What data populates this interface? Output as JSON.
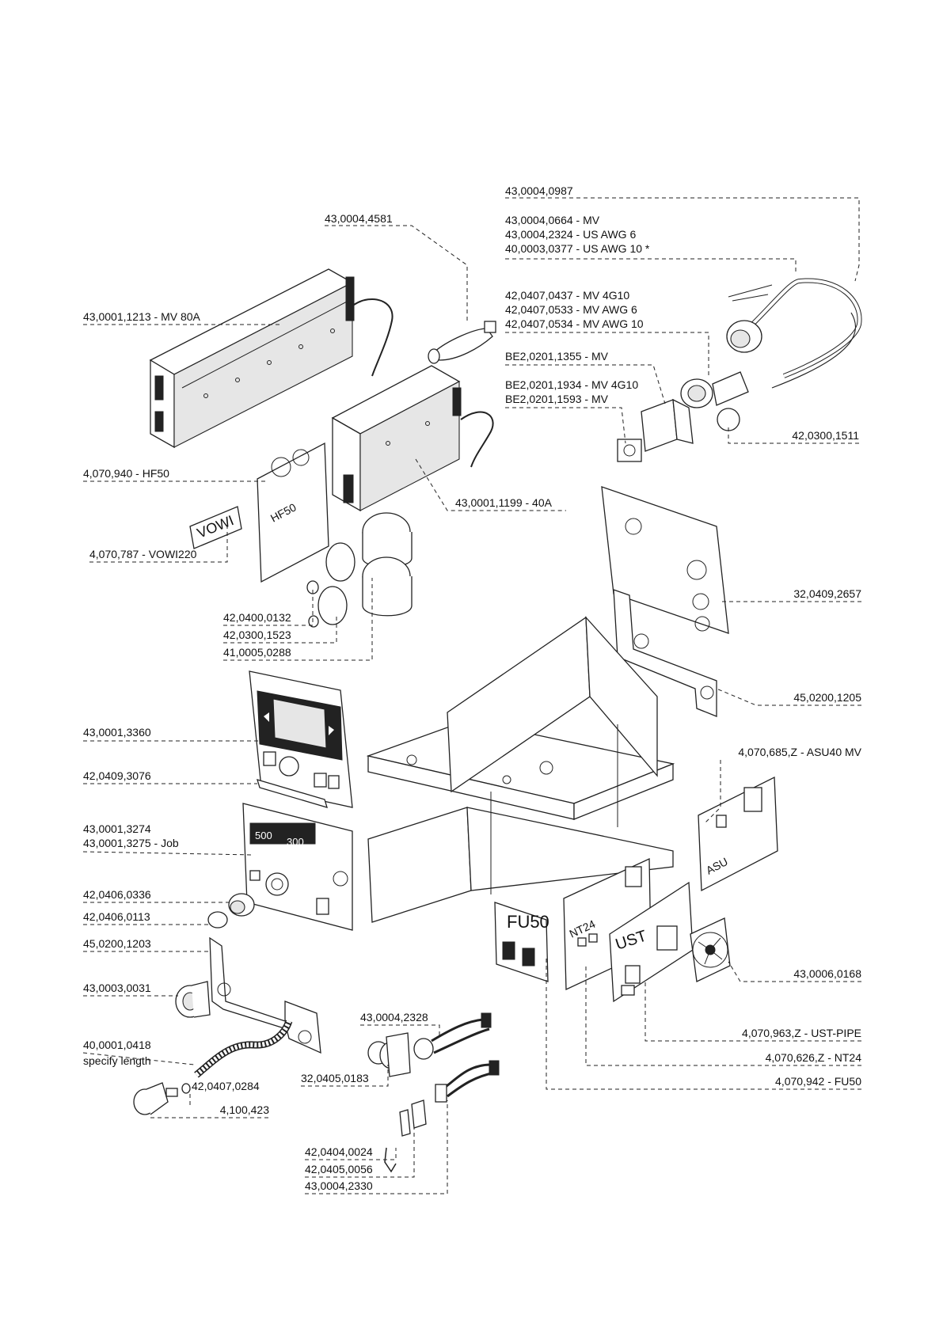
{
  "board_tags": {
    "hf50": "HF50",
    "vowi": "VOWI",
    "asu": "ASU",
    "nt24": "NT24",
    "ust": "UST",
    "fu50": "FU50",
    "display_left": "500",
    "display_right": "300"
  },
  "callouts": [
    {
      "id": "c01",
      "lines": [
        "43,0004,0987"
      ]
    },
    {
      "id": "c02",
      "lines": [
        "43,0004,0664 - MV",
        "43,0004,2324 - US AWG 6",
        "40,0003,0377 - US AWG 10 *"
      ]
    },
    {
      "id": "c03",
      "lines": [
        "43,0004,4581"
      ]
    },
    {
      "id": "c04",
      "lines": [
        "42,0407,0437 - MV 4G10",
        "42,0407,0533 - MV AWG 6",
        "42,0407,0534 - MV AWG 10"
      ]
    },
    {
      "id": "c05",
      "lines": [
        "BE2,0201,1355 - MV"
      ]
    },
    {
      "id": "c06",
      "lines": [
        "BE2,0201,1934 - MV 4G10",
        "BE2,0201,1593 - MV"
      ]
    },
    {
      "id": "c07",
      "lines": [
        "43,0001,1213 - MV 80A"
      ]
    },
    {
      "id": "c08",
      "lines": [
        "42,0300,1511"
      ]
    },
    {
      "id": "c09",
      "lines": [
        "4,070,940 - HF50"
      ]
    },
    {
      "id": "c10",
      "lines": [
        "43,0001,1199 - 40A"
      ]
    },
    {
      "id": "c11",
      "lines": [
        "4,070,787 - VOWI220"
      ]
    },
    {
      "id": "c12",
      "lines": [
        "32,0409,2657"
      ]
    },
    {
      "id": "c13",
      "lines": [
        "42,0400,0132"
      ]
    },
    {
      "id": "c14",
      "lines": [
        "42,0300,1523"
      ]
    },
    {
      "id": "c15",
      "lines": [
        "41,0005,0288"
      ]
    },
    {
      "id": "c16",
      "lines": [
        "45,0200,1205"
      ]
    },
    {
      "id": "c17",
      "lines": [
        "43,0001,3360"
      ]
    },
    {
      "id": "c18",
      "lines": [
        "4,070,685,Z - ASU40 MV"
      ]
    },
    {
      "id": "c19",
      "lines": [
        "42,0409,3076"
      ]
    },
    {
      "id": "c20",
      "lines": [
        "43,0001,3274",
        "43,0001,3275 - Job"
      ]
    },
    {
      "id": "c21",
      "lines": [
        "42,0406,0336"
      ]
    },
    {
      "id": "c22",
      "lines": [
        "42,0406,0113"
      ]
    },
    {
      "id": "c23",
      "lines": [
        "45,0200,1203"
      ]
    },
    {
      "id": "c24",
      "lines": [
        "43,0006,0168"
      ]
    },
    {
      "id": "c25",
      "lines": [
        "43,0003,0031"
      ]
    },
    {
      "id": "c26",
      "lines": [
        "43,0004,2328"
      ]
    },
    {
      "id": "c27",
      "lines": [
        "4,070,963,Z - UST-PIPE"
      ]
    },
    {
      "id": "c28",
      "lines": [
        "40,0001,0418",
        "specify length"
      ]
    },
    {
      "id": "c29",
      "lines": [
        "4,070,626,Z - NT24"
      ]
    },
    {
      "id": "c30",
      "lines": [
        "32,0405,0183"
      ]
    },
    {
      "id": "c31",
      "lines": [
        "42,0407,0284"
      ]
    },
    {
      "id": "c32",
      "lines": [
        "4,070,942 - FU50"
      ]
    },
    {
      "id": "c33",
      "lines": [
        "4,100,423"
      ]
    },
    {
      "id": "c34",
      "lines": [
        "42,0404,0024"
      ]
    },
    {
      "id": "c35",
      "lines": [
        "42,0405,0056"
      ]
    },
    {
      "id": "c36",
      "lines": [
        "43,0004,2330"
      ]
    }
  ]
}
